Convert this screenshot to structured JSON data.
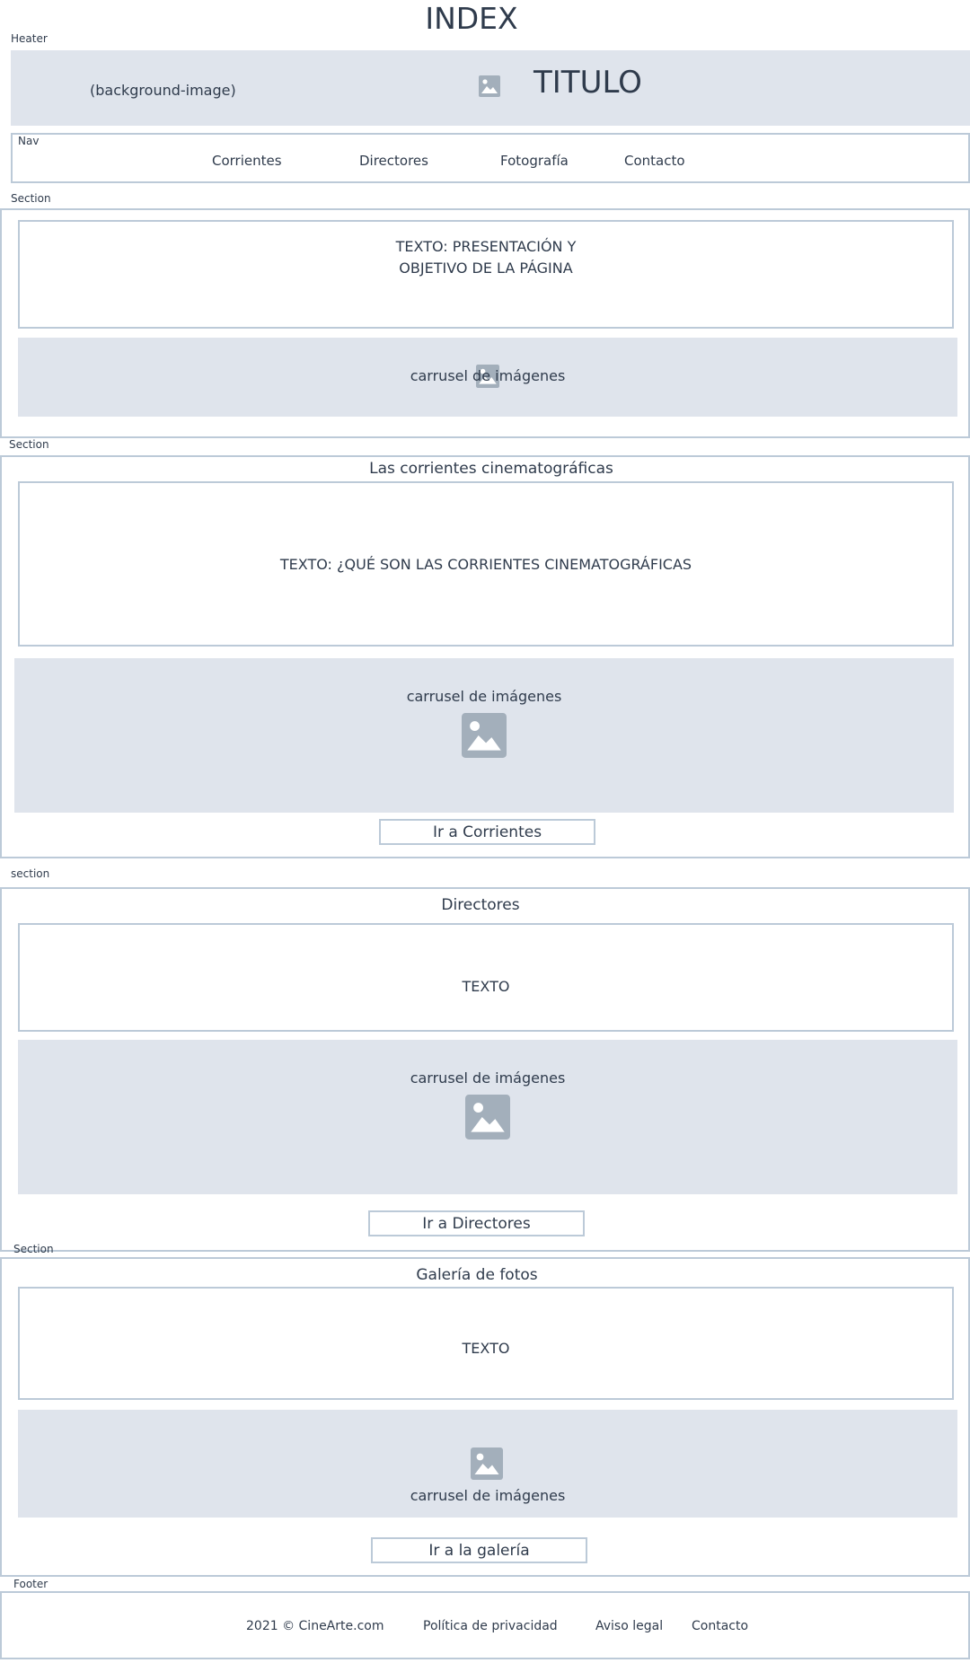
{
  "page_title": "INDEX",
  "header": {
    "tag": "Heater",
    "bg_label": "(background-image)",
    "title": "TITULO",
    "image_icon": "image-icon"
  },
  "nav": {
    "tag": "Nav",
    "links": [
      "Corrientes",
      "Directores",
      "Fotografía",
      "Contacto"
    ]
  },
  "sections": [
    {
      "tag": "Section",
      "text": "TEXTO: PRESENTACIÓN Y OBJETIVO DE LA PÁGINA",
      "carousel_label": "carrusel de imágenes"
    },
    {
      "tag": "Section",
      "heading": "Las corrientes cinematográficas",
      "text": "TEXTO: ¿QUÉ SON LAS CORRIENTES CINEMATOGRÁFICAS",
      "carousel_label": "carrusel de imágenes",
      "button": "Ir a Corrientes"
    },
    {
      "tag": "section",
      "heading": "Directores",
      "text": "TEXTO",
      "carousel_label": "carrusel de imágenes",
      "button": "Ir a Directores"
    },
    {
      "tag": "Section",
      "heading": "Galería de fotos",
      "text": "TEXTO",
      "carousel_label": "carrusel de imágenes",
      "button": "Ir a la galería"
    }
  ],
  "footer": {
    "tag": "Footer",
    "copyright": "2021 © CineArte.com",
    "links": [
      "Política de privacidad",
      "Aviso legal",
      "Contacto"
    ]
  },
  "colors": {
    "border": "#bccad8",
    "fill": "#dfe4ec",
    "icon": "#a3afbb",
    "text": "#2f3b4c"
  }
}
